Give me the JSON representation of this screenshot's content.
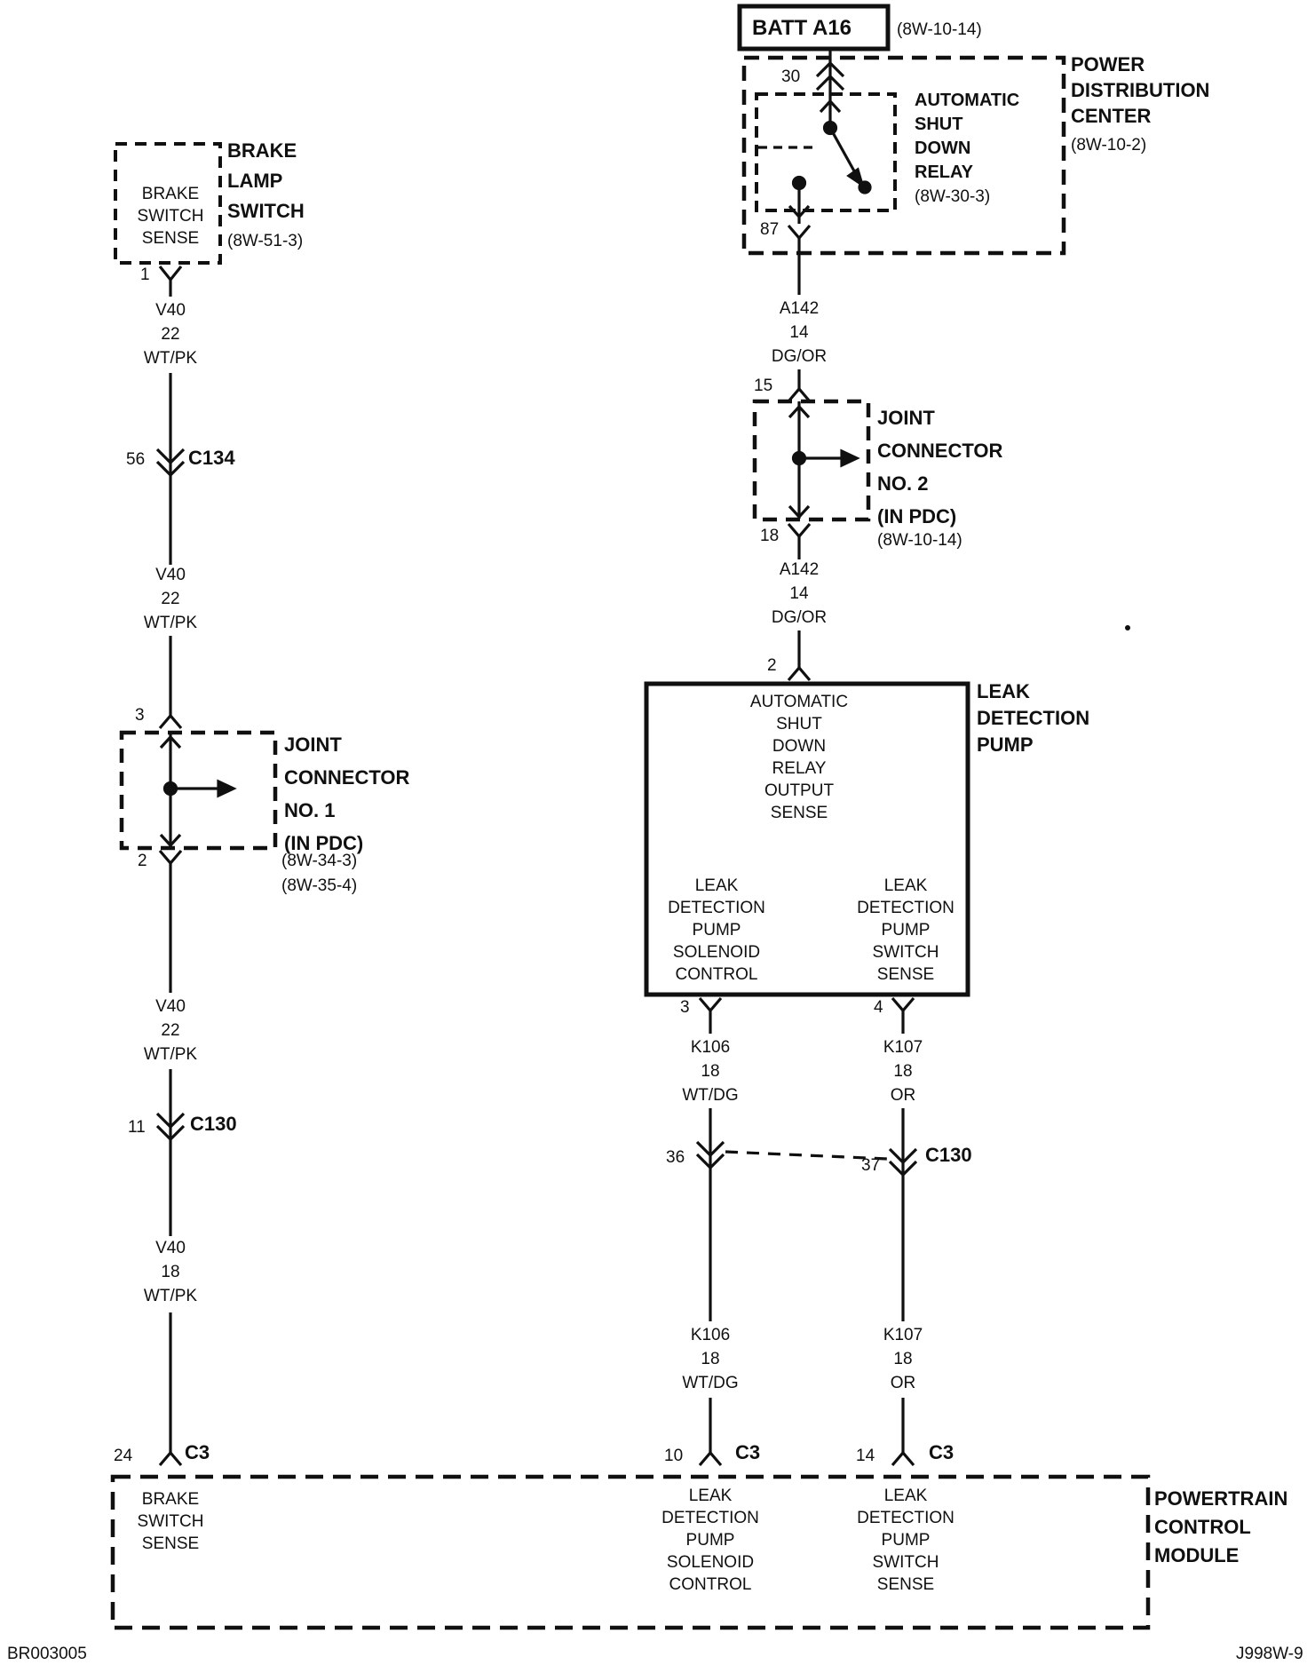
{
  "footer": {
    "left_code": "BR003005",
    "right_code": "J998W-9"
  },
  "battery": {
    "label": "BATT A16",
    "ref": "(8W-10-14)"
  },
  "pdc": {
    "name": "POWER\nDISTRIBUTION\nCENTER",
    "ref": "(8W-10-2)"
  },
  "asd_relay": {
    "name": "AUTOMATIC\nSHUT\nDOWN\nRELAY",
    "ref": "(8W-30-3)",
    "pin_30": "30",
    "pin_87": "87"
  },
  "brake_lamp_switch": {
    "name": "BRAKE\nLAMP\nSWITCH",
    "ref": "(8W-51-3)",
    "port": "BRAKE\nSWITCH\nSENSE",
    "pin": "1"
  },
  "joint_connector_1": {
    "name": "JOINT\nCONNECTOR\nNO. 1\n(IN PDC)",
    "refs": "(8W-34-3)\n(8W-35-4)",
    "pin_in": "3",
    "pin_out": "2"
  },
  "joint_connector_2": {
    "name": "JOINT\nCONNECTOR\nNO. 2\n(IN PDC)",
    "ref": "(8W-10-14)",
    "pin_in": "15",
    "pin_out": "18"
  },
  "leak_detection_pump": {
    "name": "LEAK\nDETECTION\nPUMP",
    "pin_2": "2",
    "pin_3": "3",
    "pin_4": "4",
    "port_asd_sense": "AUTOMATIC\nSHUT\nDOWN\nRELAY\nOUTPUT\nSENSE",
    "port_solenoid": "LEAK\nDETECTION\nPUMP\nSOLENOID\nCONTROL",
    "port_switch": "LEAK\nDETECTION\nPUMP\nSWITCH\nSENSE"
  },
  "pcm": {
    "name": "POWERTRAIN\nCONTROL\nMODULE",
    "pin_24": "24",
    "pin_10": "10",
    "pin_14": "14",
    "port_brake": "BRAKE\nSWITCH\nSENSE",
    "port_solenoid": "LEAK\nDETECTION\nPUMP\nSOLENOID\nCONTROL",
    "port_switch": "LEAK\nDETECTION\nPUMP\nSWITCH\nSENSE"
  },
  "connectors": {
    "c134": {
      "label": "C134",
      "pin": "56"
    },
    "c130_left": {
      "label": "C130",
      "pin": "11"
    },
    "c130_right": {
      "label": "C130",
      "pin_left": "36",
      "pin_right": "37"
    },
    "c3_left": "C3",
    "c3_center": "C3",
    "c3_right": "C3"
  },
  "wires": {
    "v40_22_1": "V40\n22\nWT/PK",
    "v40_22_2": "V40\n22\nWT/PK",
    "v40_22_3": "V40\n22\nWT/PK",
    "v40_18": "V40\n18\nWT/PK",
    "a142_14_1": "A142\n14\nDG/OR",
    "a142_14_2": "A142\n14\nDG/OR",
    "k106_18_1": "K106\n18\nWT/DG",
    "k106_18_2": "K106\n18\nWT/DG",
    "k107_18_1": "K107\n18\nOR",
    "k107_18_2": "K107\n18\nOR"
  }
}
